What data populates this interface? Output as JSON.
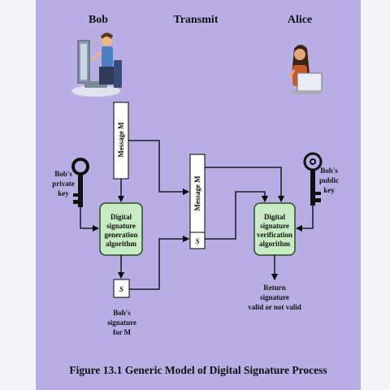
{
  "diagram": {
    "headers": {
      "left": "Bob",
      "center": "Transmit",
      "right": "Alice"
    },
    "message_box_left": "Message M",
    "message_box_center": "Message M",
    "signature_box_small": "S",
    "signature_box_center": "S",
    "generation_box": [
      "Digital",
      "signature",
      "generation",
      "algorithm"
    ],
    "verification_box": [
      "Digital",
      "signature",
      "verification",
      "algorithm"
    ],
    "private_key_label": [
      "Bob's",
      "private",
      "key"
    ],
    "public_key_label": [
      "Bob's",
      "public",
      "key"
    ],
    "signature_caption": [
      "Bob's",
      "signature",
      "for M"
    ],
    "return_caption": [
      "Return",
      "signature",
      "valid or not valid"
    ],
    "figure_caption": "Figure 13.1 Generic Model of Digital Signature Process"
  },
  "colors": {
    "panel": "#b9aee3",
    "algorithm_box_fill": "#c7ecc3",
    "algorithm_box_border": "#2b4a2b",
    "line": "#000000"
  }
}
